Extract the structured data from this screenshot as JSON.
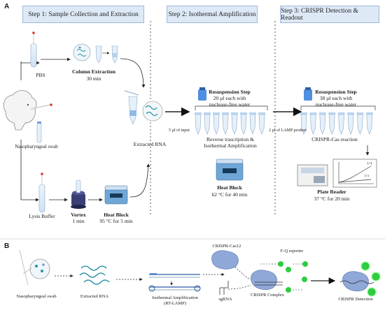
{
  "panel_a_label": "A",
  "panel_b_label": "B",
  "steps": {
    "step1": "Step 1: Sample Collection and Extraction",
    "step2": "Step 2: Isothermal Amplification",
    "step3": "Step 3:  CRISPR Detection & Readout"
  },
  "panel_a": {
    "pbs": "PBS",
    "column_title": "Column Extraction",
    "column_time": "30 min",
    "swab": "Nasopharyngeal swab",
    "extracted_rna": "Extracted RNA",
    "input_label": "5 µl of input",
    "resus1_title": "Resuspension Step",
    "resus1_line1": "20 µl each with",
    "resus1_line2": "nuclease-free water",
    "rt_line1": "Reverse trascription &",
    "rt_line2": "Isothermal Amplification",
    "heat2_title": "Heat Block",
    "heat2_cond": "62 °C for 40 min",
    "lamp_label": "2 µl of LAMP product",
    "resus2_title": "Resuspension Step",
    "resus2_line1": "38 µl each with",
    "resus2_line2": "nuclease-free water",
    "crispr_reaction": "CRISPR-Cas reaction",
    "plate_title": "Plate Reader",
    "plate_cond": "37 °C for 20 min",
    "plot_plus": "(+)",
    "plot_minus": "(-)",
    "lysis": "Lysis Buffer",
    "vortex_title": "Vortex",
    "vortex_time": "1 min",
    "heat1_title": "Heat Block",
    "heat1_cond": "95 °C for 5 min"
  },
  "panel_b": {
    "swab": "Nasopharyngeal swab",
    "extracted_rna": "Extracted RNA",
    "iso_line1": "Isothermal Amplification",
    "iso_line2": "(RT-LAMP)",
    "cas12": "CRISPR-Cas12",
    "sgrna": "sgRNA",
    "fq": "F-Q reporter",
    "complex": "CRISPR Complex",
    "detection": "CRISPR Detection"
  },
  "colors": {
    "step_bg": "#dde9f6",
    "tube_blue": "#5b8fd0",
    "rna_teal": "#2a93a8",
    "cas_blue": "#8fa8d8",
    "reporter_green": "#2ecc40"
  }
}
